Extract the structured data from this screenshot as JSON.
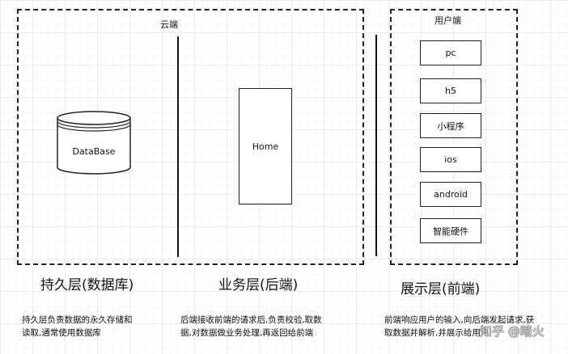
{
  "cloud": {
    "label": "云端"
  },
  "database": {
    "label": "DataBase"
  },
  "service": {
    "label": "Home"
  },
  "client": {
    "label": "用户端",
    "items": [
      "pc",
      "h5",
      "小程序",
      "ios",
      "android",
      "智能硬件"
    ]
  },
  "layers": {
    "persistence": {
      "title": "持久层(数据库)",
      "desc_line1": "持久层负责数据的永久存储和",
      "desc_line2": "读取,通常使用数据库"
    },
    "business": {
      "title": "业务层(后端)",
      "desc_line1": "后端接收前端的请求后,负责校验,取数",
      "desc_line2": "据,对数据做业务处理,再返回给前端"
    },
    "presentation": {
      "title": "展示层(前端)",
      "desc_line1": "前端响应用户的输入,向后端发起请求,获",
      "desc_line2": "取数据并解析,并展示给用户"
    }
  },
  "watermark": "知乎 @暗火"
}
